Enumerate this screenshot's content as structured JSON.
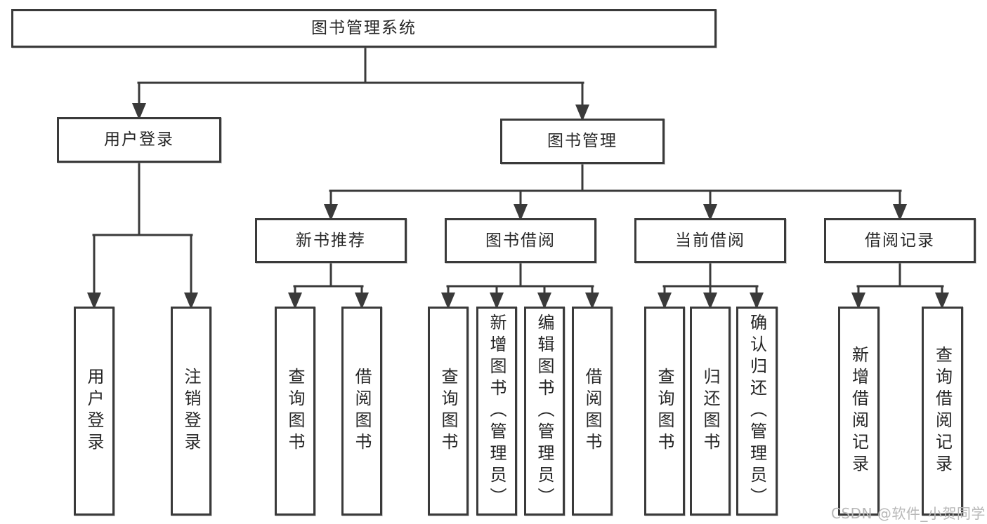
{
  "diagram": {
    "root": {
      "label": "图书管理系统"
    },
    "level1": [
      {
        "label": "用户登录"
      },
      {
        "label": "图书管理"
      }
    ],
    "level2": [
      {
        "label": "新书推荐"
      },
      {
        "label": "图书借阅"
      },
      {
        "label": "当前借阅"
      },
      {
        "label": "借阅记录"
      }
    ],
    "leaves": {
      "login": [
        "用户登录",
        "注销登录"
      ],
      "recommend": [
        "查询图书",
        "借阅图书"
      ],
      "borrow": [
        "查询图书",
        "新增图书（管理员）",
        "编辑图书（管理员）",
        "借阅图书"
      ],
      "current": [
        "查询图书",
        "归还图书",
        "确认归还（管理员）"
      ],
      "records": [
        "新增借阅记录",
        "查询借阅记录"
      ]
    }
  },
  "watermark": {
    "text": "CSDN @软件_小贺同学"
  },
  "colors": {
    "line": "#3a3a3a",
    "box_border": "#3a3a3a",
    "text": "#262626",
    "background": "#ffffff",
    "watermark": "#b7b7b7"
  }
}
